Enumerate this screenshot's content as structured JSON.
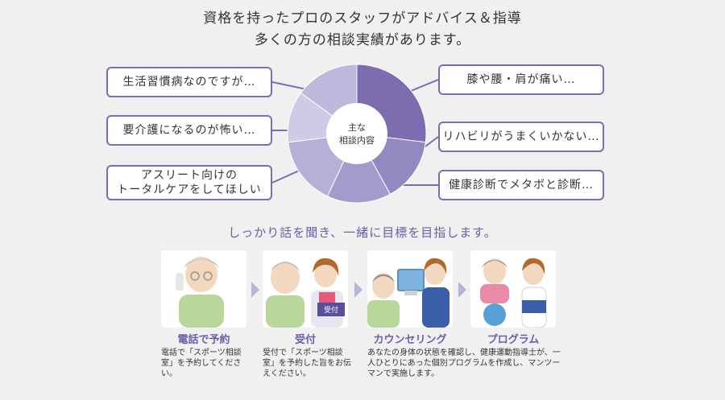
{
  "heading": {
    "line1": "資格を持ったプロのスタッフがアドバイス＆指導",
    "line2": "多くの方の相談実績があります。"
  },
  "chart_data": {
    "type": "pie",
    "center_label": [
      "主な",
      "相談内容"
    ],
    "slices": [
      {
        "label": "膝や腰・肩が痛い…",
        "value": 27,
        "color": "#7b6db0"
      },
      {
        "label": "リハビリがうまくいかない…",
        "value": 15,
        "color": "#9389c0"
      },
      {
        "label": "健康診断でメタボと診断…",
        "value": 15,
        "color": "#a39bcb"
      },
      {
        "label": "アスリート向けのトータルケアをしてほしい",
        "value": 16,
        "color": "#b6afd6"
      },
      {
        "label": "要介護になるのが怖い…",
        "value": 12,
        "color": "#cfcae5"
      },
      {
        "label": "生活習慣病なのですが…",
        "value": 15,
        "color": "#beb8dc"
      }
    ]
  },
  "callouts": {
    "lifestyle": "生活習慣病なのですが…",
    "care": "要介護になるのが怖い…",
    "athlete_line1": "アスリート向けの",
    "athlete_line2": "トータルケアをしてほしい",
    "knee": "膝や腰・肩が痛い…",
    "rehab": "リハビリがうまくいかない…",
    "metabo": "健康診断でメタボと診断…"
  },
  "subtitle": "しっかり話を聞き、一緒に目標を目指します。",
  "steps": [
    {
      "title": "電話で予約",
      "desc": "電話で「スポーツ相談室」を予約してください。"
    },
    {
      "title": "受付",
      "desc": "受付で「スポーツ相談室」を予約した旨をお伝えください。",
      "badge": "受付"
    },
    {
      "title": "カウンセリング",
      "desc": "あなたの身体の状態を確認し、健康運動指導士が、一人ひとりにあった個別プログラムを作成し、マンツーマンで実施します。"
    },
    {
      "title": "プログラム",
      "desc": ""
    }
  ]
}
